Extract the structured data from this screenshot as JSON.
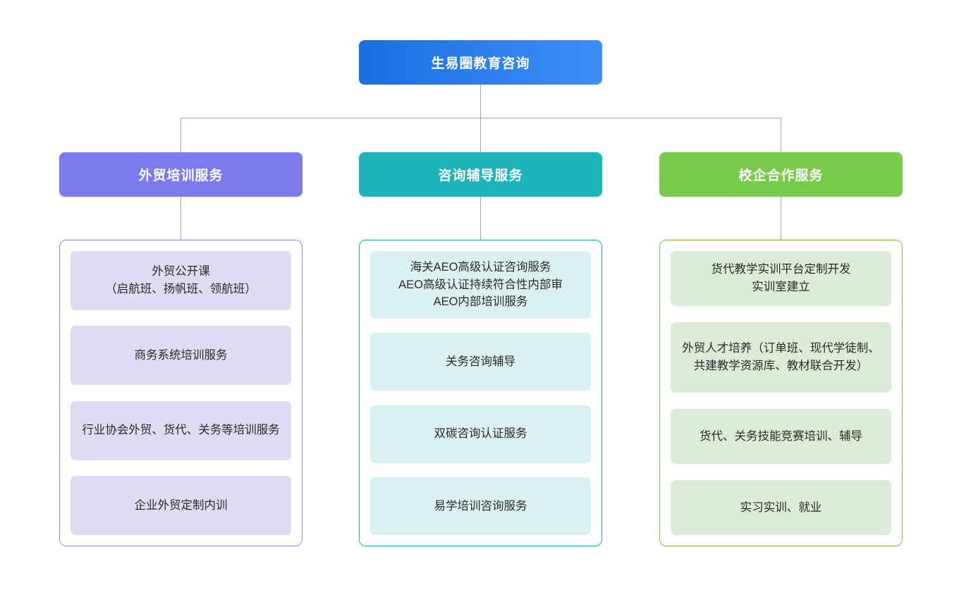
{
  "diagram": {
    "type": "organization-chart",
    "orientation": "top-down",
    "connector_color": "#9aa7b4",
    "background": "#ffffff"
  },
  "root": {
    "label": "生易圈教育咨询",
    "gradient_from": "#1a6fe0",
    "gradient_to": "#3d8ef7",
    "text_color": "#ffffff"
  },
  "branches": [
    {
      "id": "foreign-trade-training",
      "header": "外贸培训服务",
      "header_color": "#7b7beb",
      "border_color": "#8b87ee",
      "card_color": "#dedcf2",
      "items": [
        "外贸公开课\n（启航班、扬帆班、领航班）",
        "商务系统培训服务",
        "行业协会外贸、货代、关务等培训服务",
        "企业外贸定制内训"
      ]
    },
    {
      "id": "consulting-tutoring",
      "header": "咨询辅导服务",
      "header_color": "#1eb3b8",
      "border_color": "#14b0b5",
      "card_color": "#daf0f1",
      "items": [
        "海关AEO高级认证咨询服务\nAEO高级认证持续符合性内部审\nAEO内部培训服务",
        "关务咨询辅导",
        "双碳咨询认证服务",
        "易学培训咨询服务"
      ]
    },
    {
      "id": "school-enterprise-cooperation",
      "header": "校企合作服务",
      "header_color": "#79ca4d",
      "border_color": "#76c944",
      "card_color": "#dcecd9",
      "items": [
        "货代教学实训平台定制开发\n实训室建立",
        "外贸人才培养（订单班、现代学徒制、共建教学资源库、教材联合开发）",
        "货代、关务技能竞赛培训、辅导",
        "实习实训、就业"
      ]
    }
  ]
}
